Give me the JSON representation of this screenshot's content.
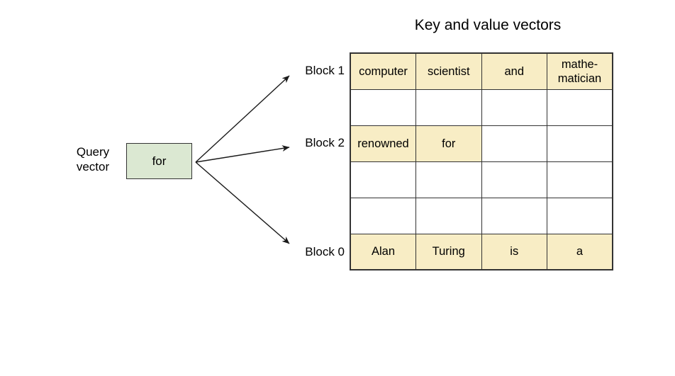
{
  "title": "Key and value vectors",
  "query_vector": {
    "label": "Query\nvector",
    "value": "for"
  },
  "block_labels": {
    "block1": "Block 1",
    "block2": "Block 2",
    "block0": "Block 0"
  },
  "grid": {
    "columns": 4,
    "rows": [
      {
        "block": "Block 1",
        "cells": [
          {
            "text": "computer",
            "highlight": true
          },
          {
            "text": "scientist",
            "highlight": true
          },
          {
            "text": "and",
            "highlight": true
          },
          {
            "text": "mathe-\nmatician",
            "highlight": true
          }
        ]
      },
      {
        "block": null,
        "cells": [
          {
            "text": "",
            "highlight": false
          },
          {
            "text": "",
            "highlight": false
          },
          {
            "text": "",
            "highlight": false
          },
          {
            "text": "",
            "highlight": false
          }
        ]
      },
      {
        "block": "Block 2",
        "cells": [
          {
            "text": "renowned",
            "highlight": true
          },
          {
            "text": "for",
            "highlight": true
          },
          {
            "text": "",
            "highlight": false
          },
          {
            "text": "",
            "highlight": false
          }
        ]
      },
      {
        "block": null,
        "cells": [
          {
            "text": "",
            "highlight": false
          },
          {
            "text": "",
            "highlight": false
          },
          {
            "text": "",
            "highlight": false
          },
          {
            "text": "",
            "highlight": false
          }
        ]
      },
      {
        "block": null,
        "cells": [
          {
            "text": "",
            "highlight": false
          },
          {
            "text": "",
            "highlight": false
          },
          {
            "text": "",
            "highlight": false
          },
          {
            "text": "",
            "highlight": false
          }
        ]
      },
      {
        "block": "Block 0",
        "cells": [
          {
            "text": "Alan",
            "highlight": true
          },
          {
            "text": "Turing",
            "highlight": true
          },
          {
            "text": "is",
            "highlight": true
          },
          {
            "text": "a",
            "highlight": true
          }
        ]
      }
    ]
  },
  "colors": {
    "highlight_fill": "#f8edc5",
    "query_box_fill": "#dbe8d2",
    "border": "#333333",
    "arrow": "#1a1a1a",
    "background": "#ffffff",
    "text": "#000000"
  }
}
